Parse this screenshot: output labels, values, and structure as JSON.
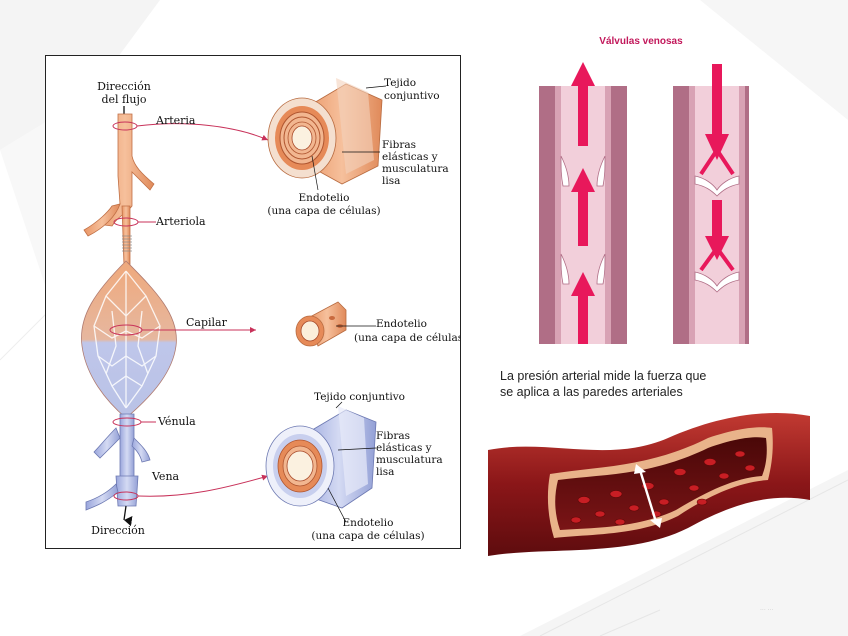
{
  "diagram": {
    "flow_top_label": [
      "Dirección",
      "del flujo"
    ],
    "flow_bottom_label": "Dirección",
    "vessels": {
      "artery": "Arteria",
      "arteriole": "Arteriola",
      "capillary": "Capilar",
      "venule": "Vénula",
      "vein": "Vena"
    },
    "artery_detail": {
      "connective": [
        "Tejido",
        "conjuntivo"
      ],
      "fibers": [
        "Fibras",
        "elásticas y",
        "musculatura",
        "lisa"
      ],
      "endothelium": [
        "Endotelio",
        "(una capa de células)"
      ]
    },
    "capillary_detail": {
      "endothelium": [
        "Endotelio",
        "(una capa de células)"
      ]
    },
    "vein_detail": {
      "connective": "Tejido conjuntivo",
      "fibers": [
        "Fibras",
        "elásticas y",
        "musculatura",
        "lisa"
      ],
      "endothelium": [
        "Endotelio",
        "(una capa de células)"
      ]
    }
  },
  "valves": {
    "title": "Válvulas venosas"
  },
  "pressure": {
    "caption_line1": "La presión arterial mide la fuerza que",
    "caption_line2": "se aplica a las paredes arteriales"
  },
  "colors": {
    "artery_fill": "#efa97c",
    "vein_fill": "#b9c2e6",
    "annotation_line": "#c8325a",
    "valve_wall": "#b06e86",
    "valve_arrow": "#e8185b",
    "vessel_red": "#9c1c20"
  }
}
